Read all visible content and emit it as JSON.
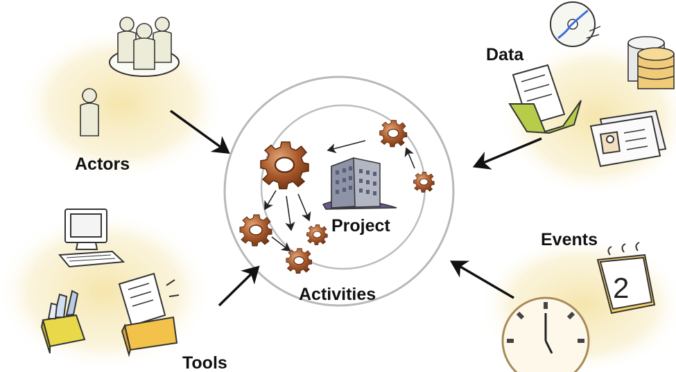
{
  "labels": {
    "actors": "Actors",
    "tools": "Tools",
    "data": "Data",
    "events": "Events",
    "project": "Project",
    "activities": "Activities",
    "calendar_day": "2"
  },
  "colors": {
    "ring": "#b7b7b7",
    "arrow": "#111111",
    "gear": "#9a4e26",
    "gear_light": "#d08c5e",
    "wash": "#f6e9b4",
    "person": "#ededdc",
    "building": "#8f94a6",
    "folder": "#b6c94a",
    "box": "#f1d251"
  },
  "icons": [
    "people-group-icon",
    "person-icon",
    "computer-icon",
    "inbox-tray-icon",
    "file-box-icon",
    "cd-disc-icon",
    "database-icon",
    "folder-icon",
    "id-card-icon",
    "calendar-icon",
    "clock-icon",
    "gear-icon",
    "building-icon"
  ]
}
